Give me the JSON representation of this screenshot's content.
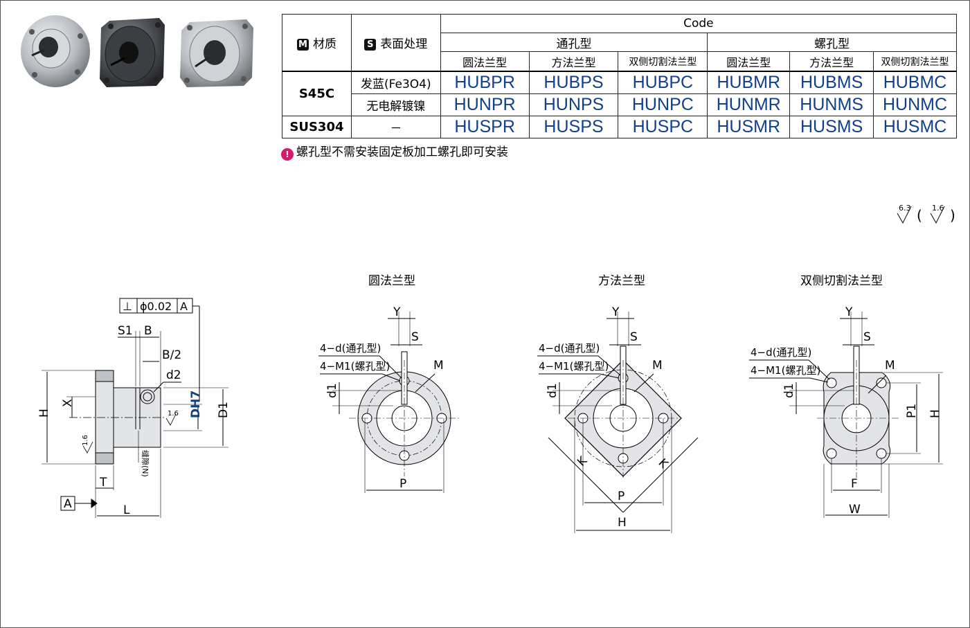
{
  "table": {
    "material_badge": "M",
    "material_header": "材质",
    "surface_badge": "S",
    "surface_header": "表面处理",
    "code_header": "Code",
    "groups": [
      "通孔型",
      "螺孔型"
    ],
    "types": [
      "圆法兰型",
      "方法兰型",
      "双侧切割法兰型",
      "圆法兰型",
      "方法兰型",
      "双侧切割法兰型"
    ],
    "rows": [
      {
        "material": "S45C",
        "surface": "发蓝(Fe3O4)",
        "codes": [
          "HUBPR",
          "HUBPS",
          "HUBPC",
          "HUBMR",
          "HUBMS",
          "HUBMC"
        ]
      },
      {
        "material": "",
        "surface": "无电解镀镍",
        "codes": [
          "HUNPR",
          "HUNPS",
          "HUNPC",
          "HUNMR",
          "HUNMS",
          "HUNMC"
        ]
      },
      {
        "material": "SUS304",
        "surface": "－",
        "codes": [
          "HUSPR",
          "HUSPS",
          "HUSPC",
          "HUSMR",
          "HUSMS",
          "HUSMC"
        ]
      }
    ]
  },
  "note": {
    "icon": "info-pin-icon",
    "text": "螺孔型不需安装固定板加工螺孔即可安装"
  },
  "roughness": {
    "main": "6.3",
    "other": "1.6"
  },
  "drawings": {
    "round_title": "圆法兰型",
    "square_title": "方法兰型",
    "cut_title": "双侧切割法兰型",
    "side": {
      "tolerance": "⊥",
      "tol_value": "ϕ0.02",
      "datum": "A",
      "s1": "S1",
      "b": "B",
      "b_half": "B/2",
      "d2": "d2",
      "h": "H",
      "x": "X",
      "t": "T",
      "l": "L",
      "d1": "D1",
      "dh7": "DH7",
      "r16a": "1.6",
      "r16b": "1.6",
      "slit": "缝隙(N)",
      "datum_a": "A"
    },
    "labels": {
      "y": "Y",
      "s": "S",
      "m": "M",
      "d1": "d1",
      "p": "P",
      "h": "H",
      "k": "K",
      "p1": "P1",
      "f": "F",
      "w": "W",
      "hole_thru": "4−d(通孔型)",
      "hole_tap": "4−M1(螺孔型)"
    }
  }
}
